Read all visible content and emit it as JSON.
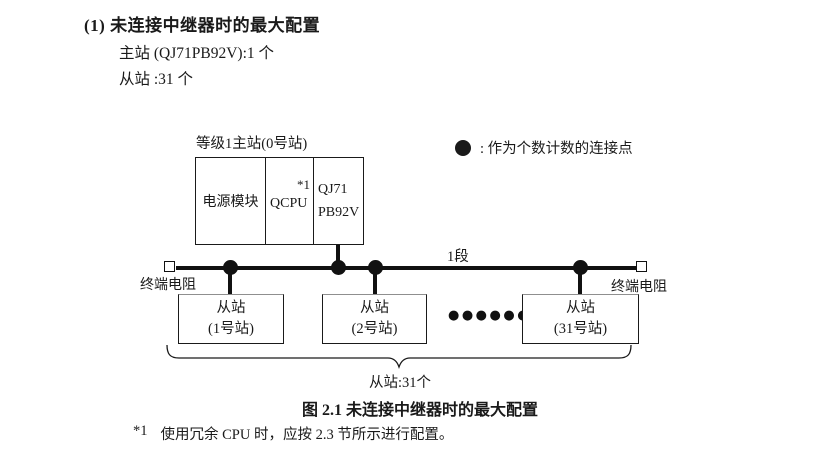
{
  "heading": "(1) 未连接中继器时的最大配置",
  "intro": {
    "master_count": "主站 (QJ71PB92V):1 个",
    "slave_count": "从站 :31 个"
  },
  "legend": {
    "text": ": 作为个数计数的连接点"
  },
  "diagram": {
    "master": {
      "label": "等级1主站(0号站)",
      "power_module": "电源模块",
      "cpu": "QCPU",
      "cpu_note": "*1",
      "network_module_line1": "QJ71",
      "network_module_line2": "PB92V"
    },
    "bus": {
      "segment_label": "1段",
      "terminator_left": "终端电阻",
      "terminator_right": "终端电阻"
    },
    "slaves": [
      {
        "line1": "从站",
        "line2": "(1号站)"
      },
      {
        "line1": "从站",
        "line2": "(2号站)"
      },
      {
        "line1": "从站",
        "line2": "(31号站)"
      }
    ],
    "omission_dots": "●●●●●●",
    "brace_label": "从站:31个"
  },
  "caption": "图 2.1 未连接中继器时的最大配置",
  "footnote": {
    "marker": "*1",
    "text": "使用冗余 CPU 时，应按 2.3 节所示进行配置。"
  },
  "colors": {
    "ink": "#1a1a1a",
    "background": "#ffffff"
  }
}
